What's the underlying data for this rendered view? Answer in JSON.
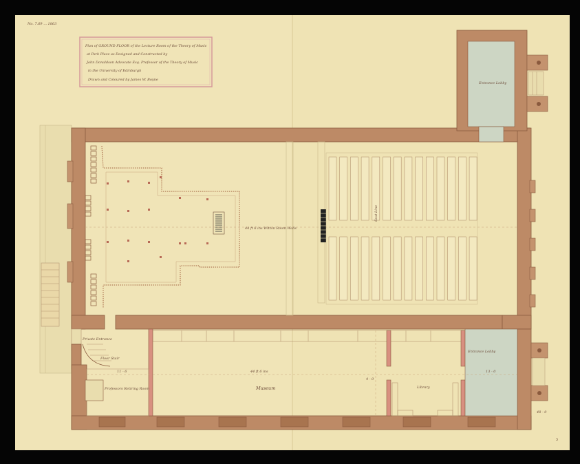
{
  "sheet": {
    "corner_note": "No. 7.69 ... 1863",
    "right_corner_note": "5"
  },
  "title_cartouche": {
    "line1": "Plan of GROUND FLOOR of the Lecture Room of the Theory of Music",
    "line2": "at Park Place as Designed and Constructed by",
    "line3": "John Donaldson Advocate Esq. Professor of the Theory of Music",
    "line4": "in the University of Edinburgh",
    "line5": "Drawn and Coloured by James W. Boyne"
  },
  "rooms": {
    "entrance_lobby_top": "Entrance Lobby",
    "entrance_lobby_bottom": "Entrance Lobby",
    "private_entrance": "Private Entrance",
    "floor_stair": "Floor Stair",
    "professors_retiring_room": "Professors Retiring Room",
    "museum": "Museum",
    "library": "Library"
  },
  "dimensions": {
    "hall_length": "44 ft 6 ins Within Room Walls",
    "museum_length": "44 ft 6 ins",
    "seat_label": "Seat Line",
    "retiring_dim": "11 - 6",
    "library_dim_left": "4 - 0",
    "library_dim_right": "13 - 0",
    "right_edge_dim": "48 - 0"
  },
  "colors": {
    "paper": "#efe3b4",
    "wall": "#bd8a66",
    "wall_edge": "#8a5a3e",
    "lobby_fill": "#cdd6c4",
    "ink": "#6b4a38",
    "red_ink": "#c96a5a"
  }
}
